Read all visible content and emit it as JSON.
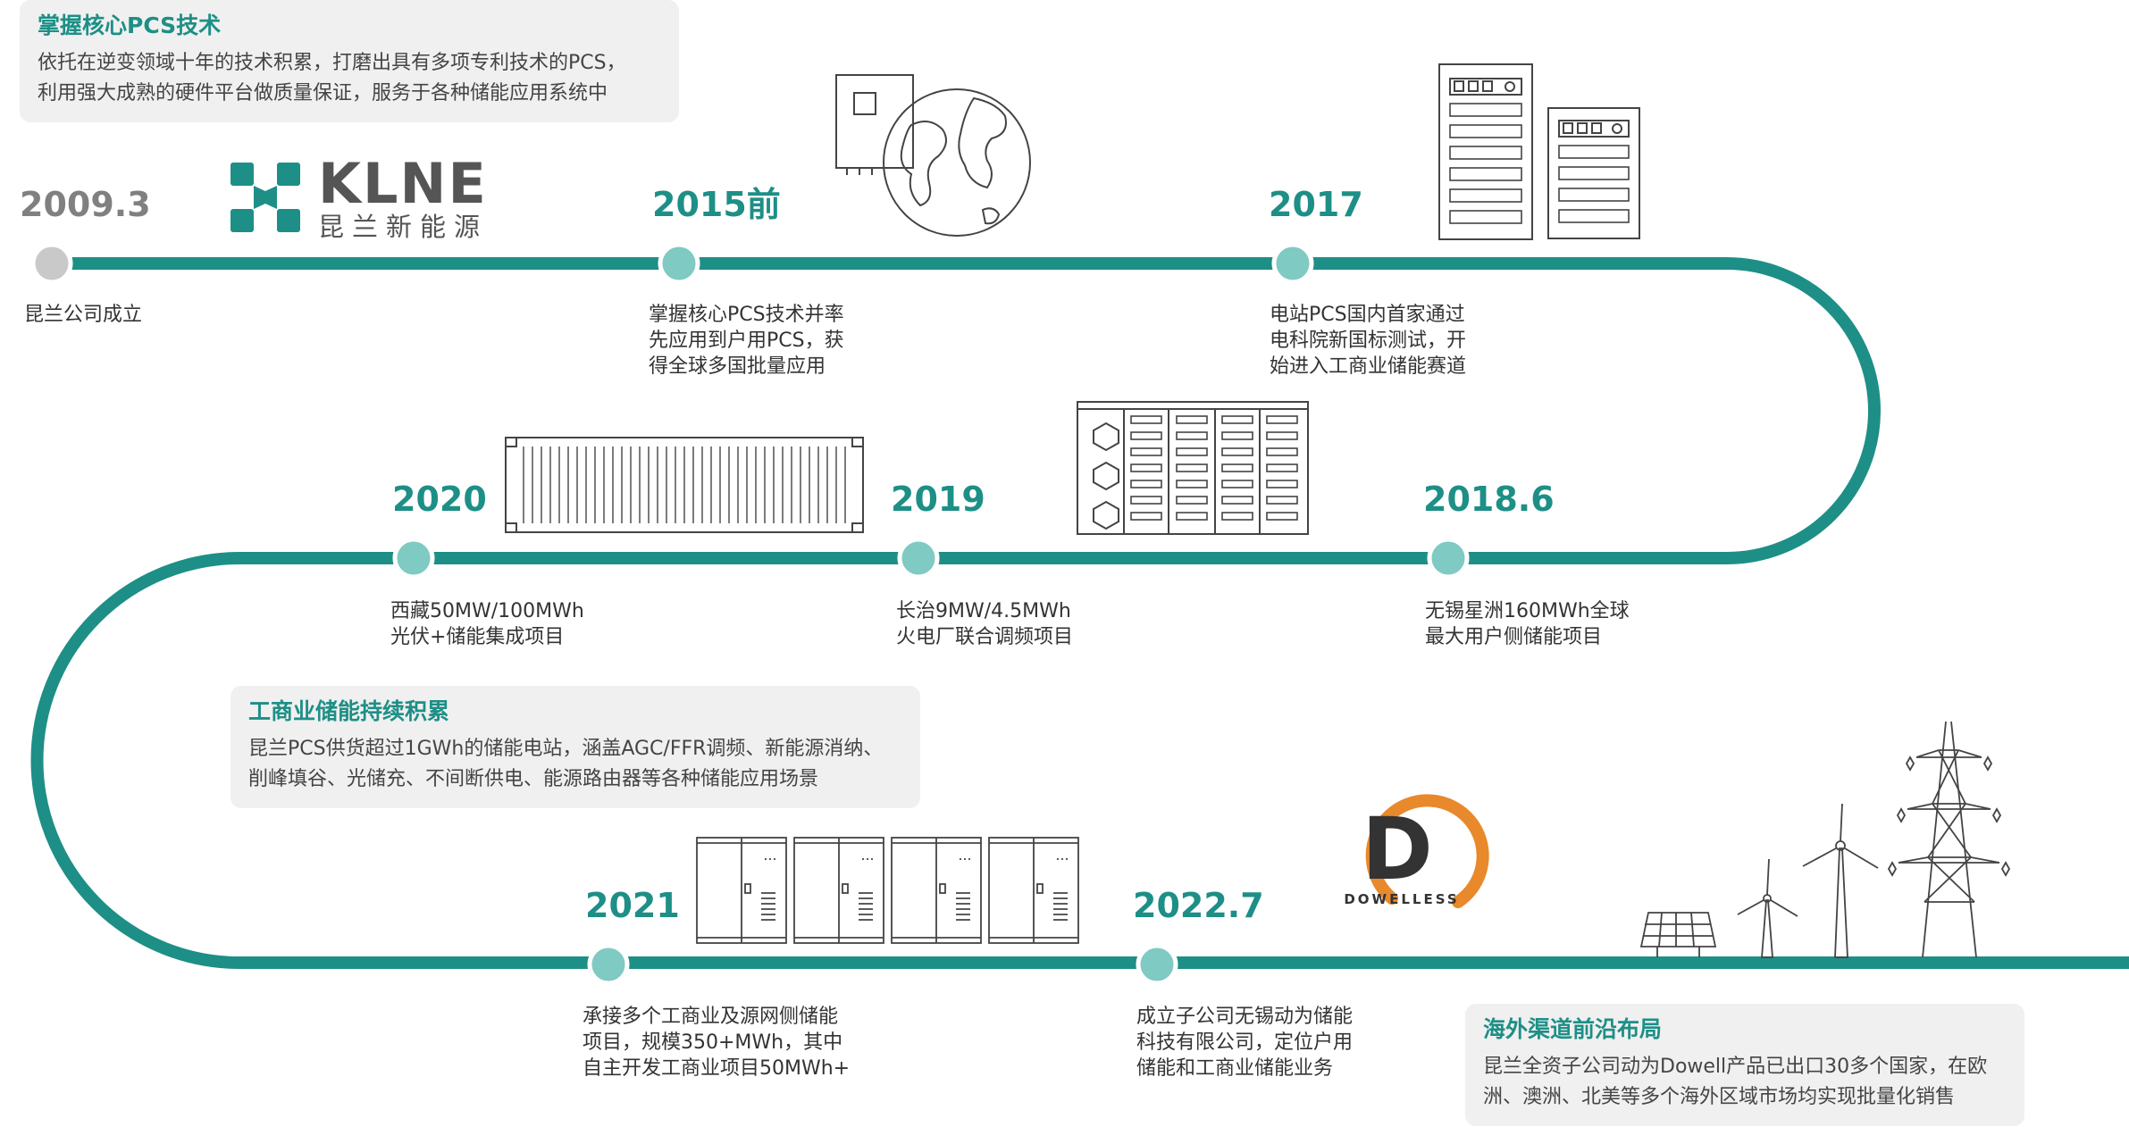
{
  "colors": {
    "teal": "#1d8f86",
    "node": "#7fcac3",
    "gray_node": "#c9c9c9",
    "callout_bg": "#f0f0f0",
    "orange": "#e8892c",
    "dark": "#333333"
  },
  "callouts": {
    "top": {
      "title": "掌握核心PCS技术",
      "lines": [
        "依托在逆变领域十年的技术积累，打磨出具有多项专利技术的PCS，",
        "利用强大成熟的硬件平台做质量保证，服务于各种储能应用系统中"
      ]
    },
    "middle": {
      "title": "工商业储能持续积累",
      "lines": [
        "昆兰PCS供货超过1GWh的储能电站，涵盖AGC/FFR调频、新能源消纳、",
        "削峰填谷、光储充、不间断供电、能源路由器等各种储能应用场景"
      ]
    },
    "bottom": {
      "title": "海外渠道前沿布局",
      "lines": [
        "昆兰全资子公司动为Dowell产品已出口30多个国家，在欧",
        "洲、澳洲、北美等多个海外区域市场均实现批量化销售"
      ]
    }
  },
  "milestones": [
    {
      "year": "2009.3",
      "desc": "昆兰公司成立"
    },
    {
      "year": "2015前",
      "desc": "掌握核心PCS技术并率\n先应用到户用PCS，获\n得全球多国批量应用"
    },
    {
      "year": "2017",
      "desc": "电站PCS国内首家通过\n电科院新国标测试，开\n始进入工商业储能赛道"
    },
    {
      "year": "2018.6",
      "desc": "无锡星洲160MWh全球\n最大用户侧储能项目"
    },
    {
      "year": "2019",
      "desc": "长治9MW/4.5MWh\n火电厂联合调频项目"
    },
    {
      "year": "2020",
      "desc": "西藏50MW/100MWh\n光伏+储能集成项目"
    },
    {
      "year": "2021",
      "desc": "承接多个工商业及源网侧储能\n项目，规模350+MWh，其中\n自主开发工商业项目50MWh+"
    },
    {
      "year": "2022.7",
      "desc": "成立子公司无锡动为储能\n科技有限公司，定位户用\n储能和工商业储能业务"
    }
  ],
  "logos": {
    "klne": {
      "name": "KLNE",
      "subtitle": "昆兰新能源"
    },
    "dowell": {
      "letter": "D",
      "name": "DOWELLESS"
    }
  },
  "icons": [
    "inverter-globe-icon",
    "server-rack-icon",
    "battery-cabinet-icon",
    "container-icon",
    "energy-cabinet-icon",
    "solar-panel-icon",
    "wind-turbine-icon",
    "power-tower-icon"
  ]
}
